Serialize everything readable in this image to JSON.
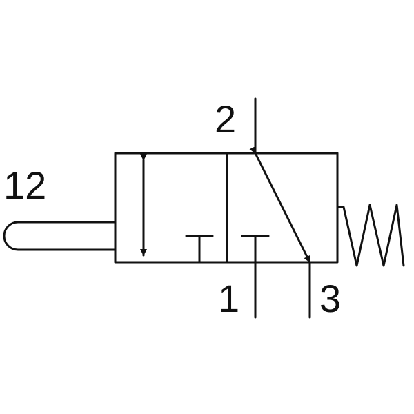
{
  "ports": {
    "pilot": "12",
    "outlet": "2",
    "inlet": "1",
    "exhaust": "3"
  },
  "colors": {
    "stroke": "#111111",
    "background": "#ffffff"
  }
}
